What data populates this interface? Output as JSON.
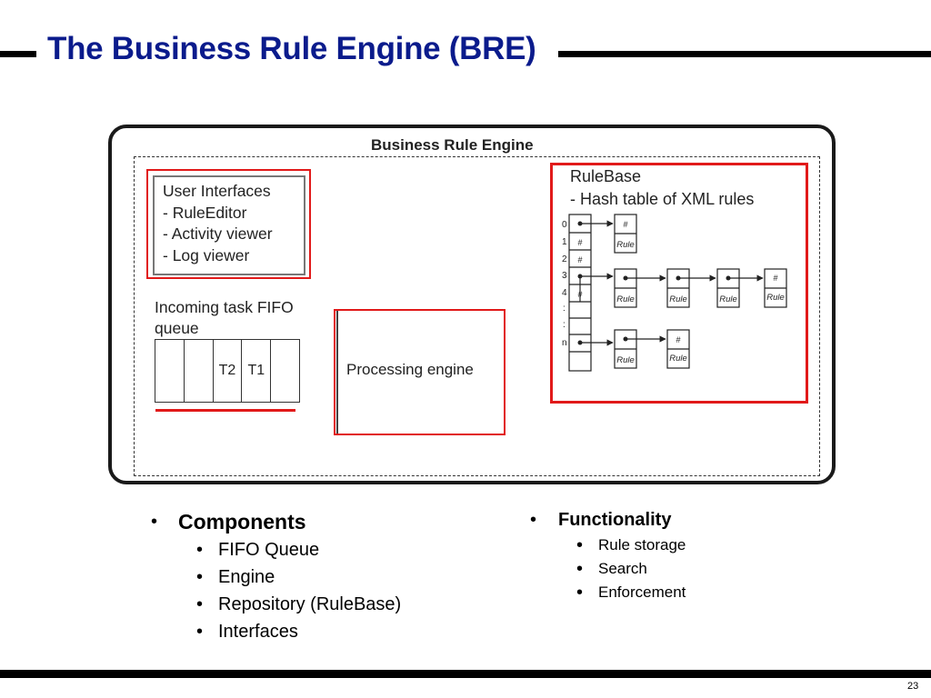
{
  "slide": {
    "title": "The Business Rule Engine (BRE)",
    "page_number": "23"
  },
  "diagram": {
    "title": "Business Rule Engine",
    "user_interfaces": {
      "lines": [
        "User Interfaces",
        "- RuleEditor",
        "- Activity viewer",
        "- Log viewer"
      ]
    },
    "fifo": {
      "label_lines": [
        "Incoming task FIFO",
        "queue"
      ],
      "cells": [
        "",
        "",
        "T2",
        "T1",
        ""
      ]
    },
    "processing_engine": {
      "label": "Processing engine"
    },
    "rulebase": {
      "lines": [
        "RuleBase",
        "- Hash table of XML rules"
      ],
      "indices": [
        "0",
        "1",
        "2",
        "3",
        "4",
        ":",
        ":",
        "n"
      ],
      "hash_symbol": "#",
      "rule_label": "Rule"
    },
    "colors": {
      "highlight_red": "#e11a1a",
      "title_blue": "#0b1b8c"
    }
  },
  "bullets": {
    "components": {
      "heading": "Components",
      "items": [
        "FIFO Queue",
        "Engine",
        "Repository (RuleBase)",
        "Interfaces"
      ]
    },
    "functionality": {
      "heading": "Functionality",
      "items": [
        "Rule storage",
        "Search",
        "Enforcement"
      ]
    },
    "bullet_char": "•"
  }
}
